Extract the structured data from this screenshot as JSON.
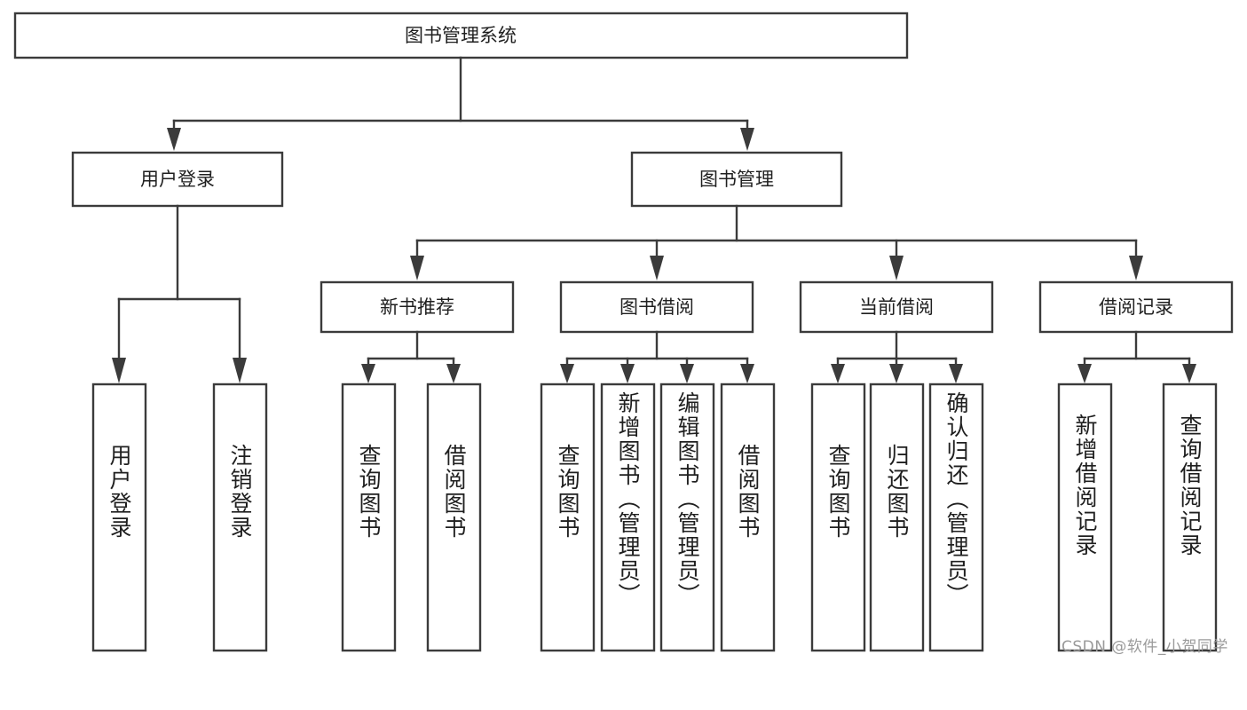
{
  "diagram": {
    "type": "tree",
    "title": "图书管理系统",
    "root": {
      "id": "root",
      "label": "图书管理系统"
    },
    "level2": [
      {
        "id": "user-login",
        "label": "用户登录"
      },
      {
        "id": "book-management",
        "label": "图书管理"
      }
    ],
    "level3": [
      {
        "id": "new-book-recommend",
        "label": "新书推荐",
        "parent": "book-management"
      },
      {
        "id": "book-borrow",
        "label": "图书借阅",
        "parent": "book-management"
      },
      {
        "id": "current-borrow",
        "label": "当前借阅",
        "parent": "book-management"
      },
      {
        "id": "borrow-record",
        "label": "借阅记录",
        "parent": "book-management"
      }
    ],
    "leaves": [
      {
        "id": "leaf-user-login",
        "label": "用户登录",
        "parent": "user-login"
      },
      {
        "id": "leaf-logout-login",
        "label": "注销登录",
        "parent": "user-login"
      },
      {
        "id": "leaf-query-book-1",
        "label": "查询图书",
        "parent": "new-book-recommend"
      },
      {
        "id": "leaf-borrow-book-1",
        "label": "借阅图书",
        "parent": "new-book-recommend"
      },
      {
        "id": "leaf-query-book-2",
        "label": "查询图书",
        "parent": "book-borrow"
      },
      {
        "id": "leaf-add-book",
        "label": "新增图书（管理员）",
        "parent": "book-borrow"
      },
      {
        "id": "leaf-edit-book",
        "label": "编辑图书（管理员）",
        "parent": "book-borrow"
      },
      {
        "id": "leaf-borrow-book-2",
        "label": "借阅图书",
        "parent": "book-borrow"
      },
      {
        "id": "leaf-query-book-3",
        "label": "查询图书",
        "parent": "current-borrow"
      },
      {
        "id": "leaf-return-book",
        "label": "归还图书",
        "parent": "current-borrow"
      },
      {
        "id": "leaf-confirm-return",
        "label": "确认归还（管理员）",
        "parent": "current-borrow"
      },
      {
        "id": "leaf-add-record",
        "label": "新增借阅记录",
        "parent": "borrow-record"
      },
      {
        "id": "leaf-query-record",
        "label": "查询借阅记录",
        "parent": "borrow-record"
      }
    ],
    "colors": {
      "stroke": "#3b3b3b",
      "fill": "#ffffff",
      "text": "#1f1f1f",
      "watermark": "#9a9a9a"
    }
  },
  "watermark": {
    "text": "CSDN @软件_小贺同学"
  }
}
